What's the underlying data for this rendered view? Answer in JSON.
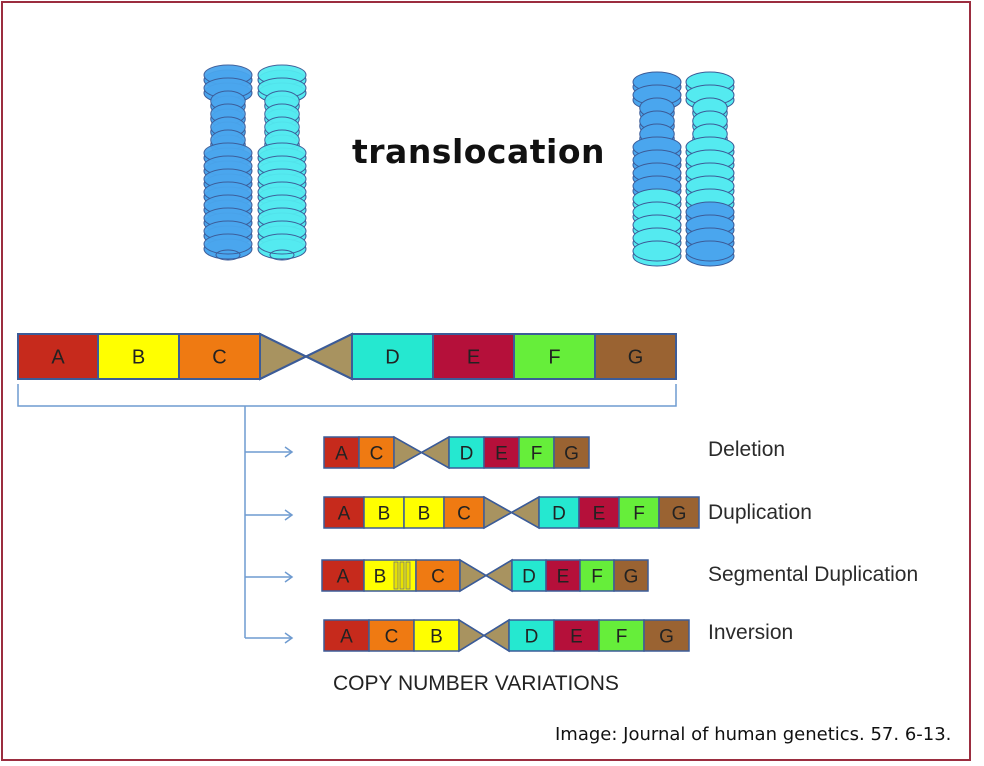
{
  "title": "translocation",
  "reference": {
    "segments": [
      {
        "label": "A",
        "color": "#c62a1c"
      },
      {
        "label": "B",
        "color": "#ffff00"
      },
      {
        "label": "C",
        "color": "#ef7a12"
      },
      {
        "label": "",
        "color": "#a89360",
        "kind": "centromere"
      },
      {
        "label": "D",
        "color": "#25e8d0"
      },
      {
        "label": "E",
        "color": "#b5103a"
      },
      {
        "label": "F",
        "color": "#66ee3a"
      },
      {
        "label": "G",
        "color": "#9a6332"
      }
    ]
  },
  "variations": [
    {
      "name": "Deletion",
      "segments": [
        "A",
        "C",
        "|",
        "D",
        "E",
        "F",
        "G"
      ]
    },
    {
      "name": "Duplication",
      "segments": [
        "A",
        "B",
        "B",
        "C",
        "|",
        "D",
        "E",
        "F",
        "G"
      ]
    },
    {
      "name": "Segmental Duplication",
      "segments": [
        "A",
        "B",
        "C",
        "|",
        "D",
        "E",
        "F",
        "G"
      ]
    },
    {
      "name": "Inversion",
      "segments": [
        "A",
        "C",
        "B",
        "|",
        "D",
        "E",
        "F",
        "G"
      ]
    }
  ],
  "cnv_title": "COPY NUMBER VARIATIONS",
  "caption": "Image: Journal of human genetics. 57. 6-13.",
  "colors": {
    "frame": "#9b2d3f",
    "connector": "#6f9bd0",
    "chrom_blue": "#4aa6ee",
    "chrom_cyan": "#54eaf0",
    "outline": "#3c5c98"
  }
}
